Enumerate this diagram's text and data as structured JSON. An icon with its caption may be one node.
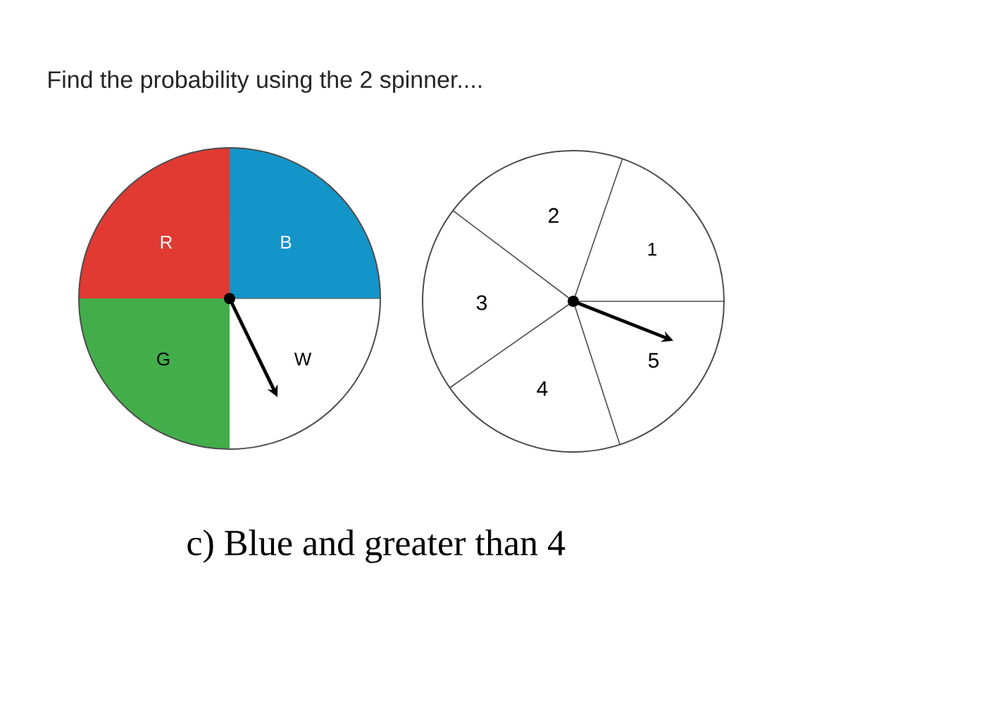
{
  "diagram": {
    "title": "Find the probability using the 2 spinner....",
    "caption": "c) Blue and greater than 4",
    "labels": [
      "R",
      "B",
      "G",
      "W",
      "2",
      "1",
      "3",
      "4",
      "5"
    ]
  }
}
